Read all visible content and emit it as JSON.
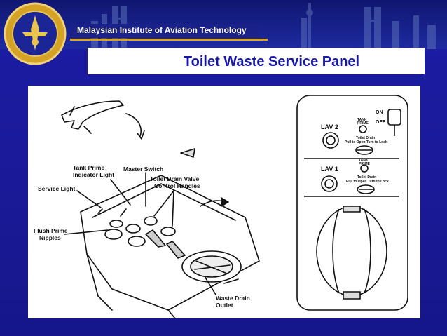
{
  "header": {
    "institute": "Malaysian Institute of Aviation Technology",
    "title": "Toilet Waste Service Panel"
  },
  "diagram": {
    "labels": {
      "tank_prime": [
        "Tank Prime",
        "Indicator Light"
      ],
      "master_switch": "Master Switch",
      "drain_valve": [
        "Toilet Drain Valve",
        "Control Handles"
      ],
      "service_light": "Service Light",
      "flush_prime": [
        "Flush Prime",
        "Nipples"
      ],
      "waste_drain": [
        "Waste Drain",
        "Outlet"
      ]
    },
    "panel": {
      "on": "ON",
      "off": "OFF",
      "lav2": "LAV 2",
      "lav1": "LAV 1",
      "tank_prime_small": [
        "TANK",
        "PRIME"
      ],
      "toilet_drain": "Toilet Drain",
      "pull_turn": "Pull to Open Turn to Lock"
    }
  },
  "colors": {
    "background": "#1a1a9c",
    "title_text": "#1818a8",
    "gold_accent": "#d9a520"
  }
}
